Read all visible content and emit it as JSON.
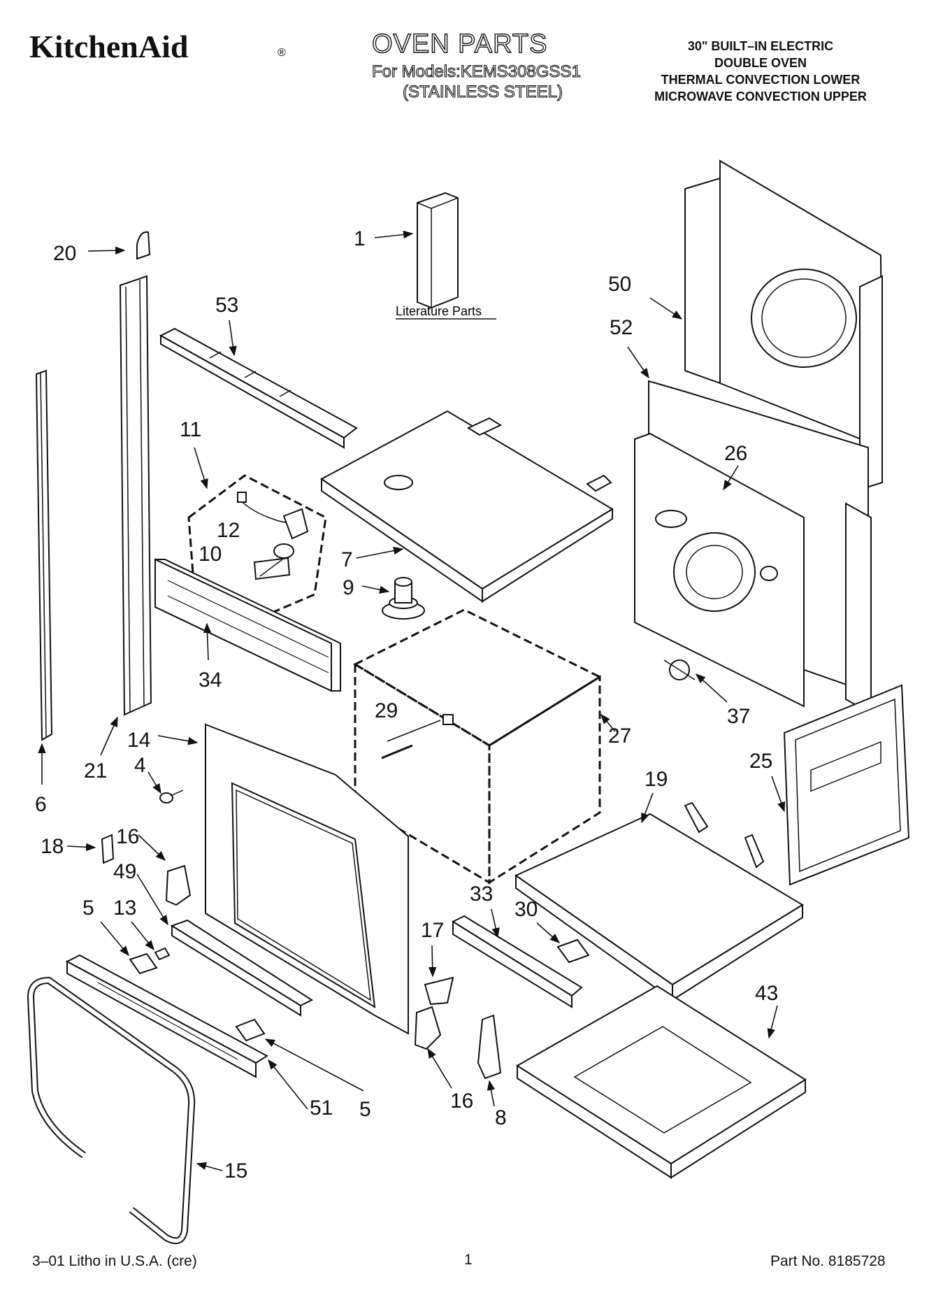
{
  "header": {
    "brand": "KitchenAid",
    "brand_mark": "®",
    "title": "OVEN PARTS",
    "model_line": "For Models:KEMS308GSS1",
    "finish_line": "(STAINLESS STEEL)",
    "description": [
      "30\" BUILT–IN ELECTRIC",
      "DOUBLE OVEN",
      "THERMAL CONVECTION LOWER",
      "MICROWAVE CONVECTION UPPER"
    ]
  },
  "literature_label": "Literature Parts",
  "callouts": [
    "1",
    "20",
    "53",
    "50",
    "52",
    "11",
    "12",
    "10",
    "7",
    "26",
    "9",
    "34",
    "29",
    "27",
    "37",
    "14",
    "4",
    "21",
    "6",
    "19",
    "25",
    "18",
    "16",
    "49",
    "5",
    "13",
    "33",
    "30",
    "17",
    "43",
    "16",
    "8",
    "51",
    "5",
    "15"
  ],
  "footer": {
    "left": "3–01 Litho in U.S.A. (cre)",
    "center": "1",
    "right": "Part No. 8185728"
  }
}
